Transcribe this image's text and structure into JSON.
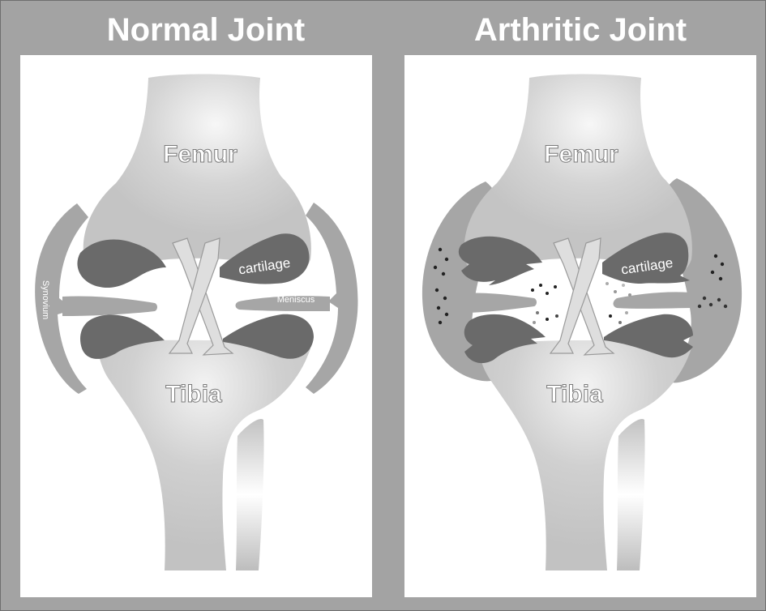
{
  "diagram": {
    "normal": {
      "title": "Normal Joint",
      "labels": {
        "femur": "Femur",
        "tibia": "Tibia",
        "cartilage": "cartilage",
        "meniscus": "Meniscus",
        "synovium": "Synovium"
      }
    },
    "arthritic": {
      "title": "Arthritic Joint",
      "labels": {
        "femur": "Femur",
        "tibia": "Tibia",
        "cartilage": "cartilage"
      }
    }
  },
  "colors": {
    "frame": "#a3a3a3",
    "panel": "#ffffff",
    "bone_light": "#f4f4f4",
    "bone": "#c9c9c9",
    "cartilage": "#6a6a6a",
    "synovium": "#a6a6a6",
    "ligament": "#dedede"
  }
}
